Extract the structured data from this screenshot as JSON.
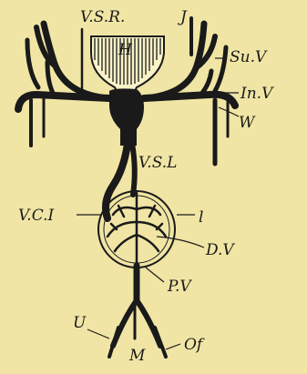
{
  "background_color": "#f0e5a4",
  "ink_color": "#1a1a1a",
  "labels": {
    "vsr": "V.S.R.",
    "h": "H",
    "j": "J",
    "suv": "Su.V",
    "inv": "In.V",
    "w": "W",
    "vsl": "V.S.L",
    "vci": "V.C.I",
    "l": "l",
    "dv": "D.V",
    "pv": "P.V",
    "u": "U",
    "m": "M",
    "of": "Of"
  }
}
